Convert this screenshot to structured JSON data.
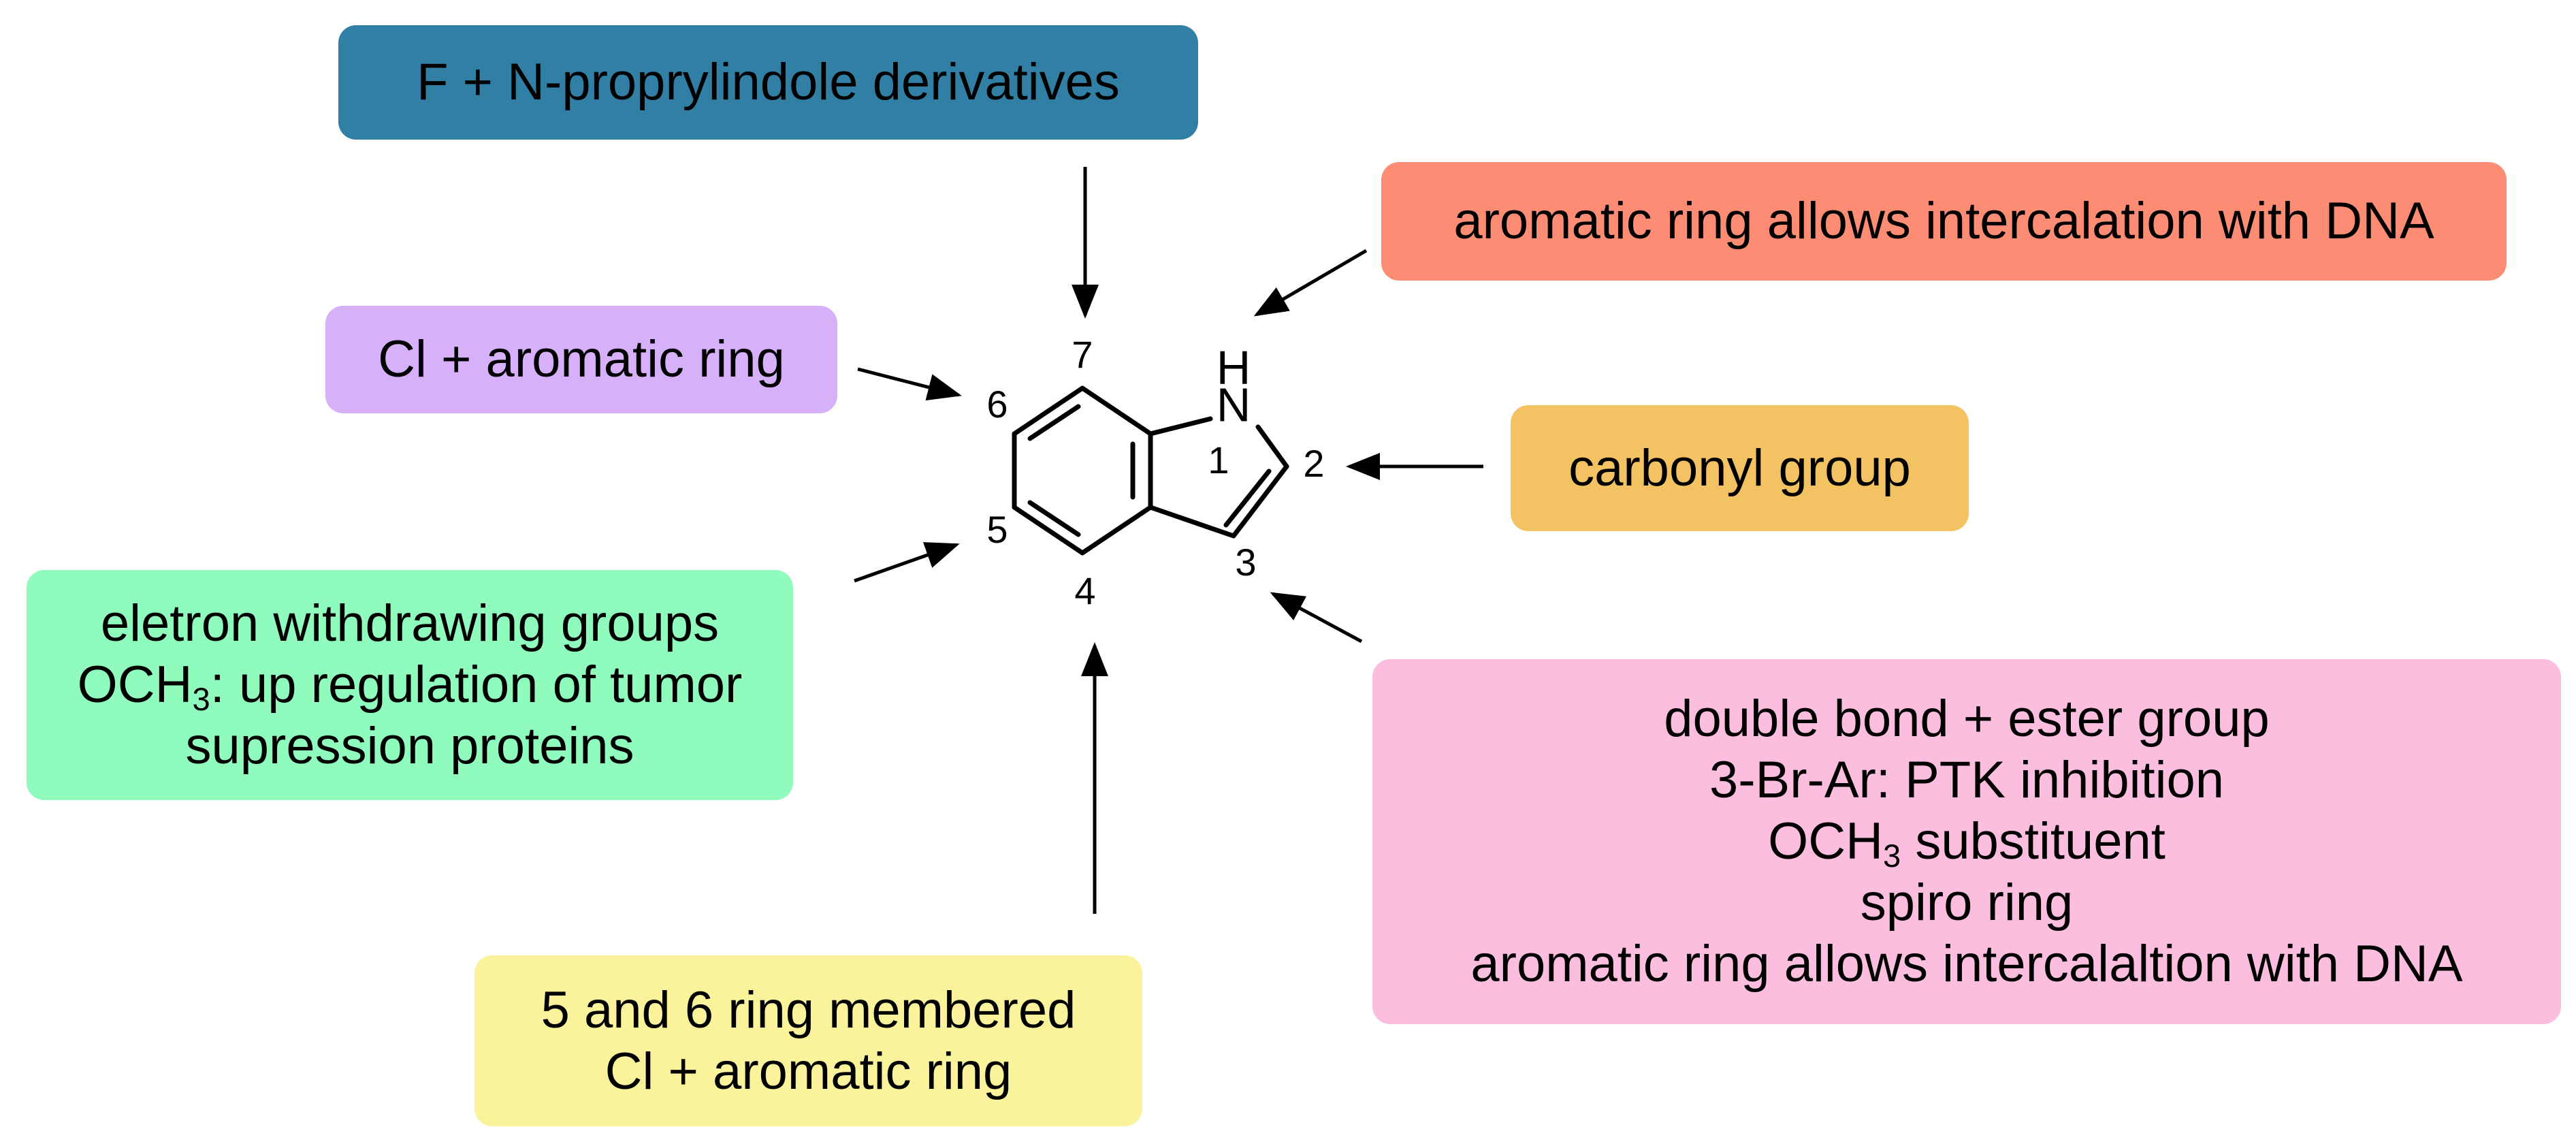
{
  "colors": {
    "blue": "#317fa5",
    "salmon": "#fc8d74",
    "lavender": "#d6b1f9",
    "orange": "#f3c263",
    "mint": "#8ffcbd",
    "pink": "#fcbedf",
    "yellow": "#fbf39b"
  },
  "boxes": {
    "position_7": {
      "lines": [
        "F + N-proprylindole derivatives"
      ]
    },
    "position_1": {
      "lines": [
        "aromatic ring allows intercalation with DNA"
      ]
    },
    "position_6": {
      "lines": [
        "Cl + aromatic ring"
      ]
    },
    "position_2": {
      "lines": [
        "carbonyl group"
      ]
    },
    "position_5": {
      "lines": [
        "eletron withdrawing groups",
        "up regulation of tumor",
        "supression proteins"
      ],
      "och_prefix": "OCH",
      "och_subscript": "3",
      "och_colon": ":"
    },
    "position_3": {
      "lines": [
        "double bond + ester group",
        "3-Br-Ar: PTK inhibition",
        "substituent",
        "spiro ring",
        "aromatic ring allows intercalaltion with DNA"
      ],
      "och_prefix": "OCH",
      "och_subscript": "3"
    },
    "position_4": {
      "lines": [
        "5 and 6 ring membered",
        "Cl + aromatic ring"
      ]
    }
  },
  "molecule": {
    "name_hint": "indole",
    "atoms": {
      "N": "N",
      "H": "H"
    },
    "position_numbers": [
      "1",
      "2",
      "3",
      "4",
      "5",
      "6",
      "7"
    ]
  }
}
